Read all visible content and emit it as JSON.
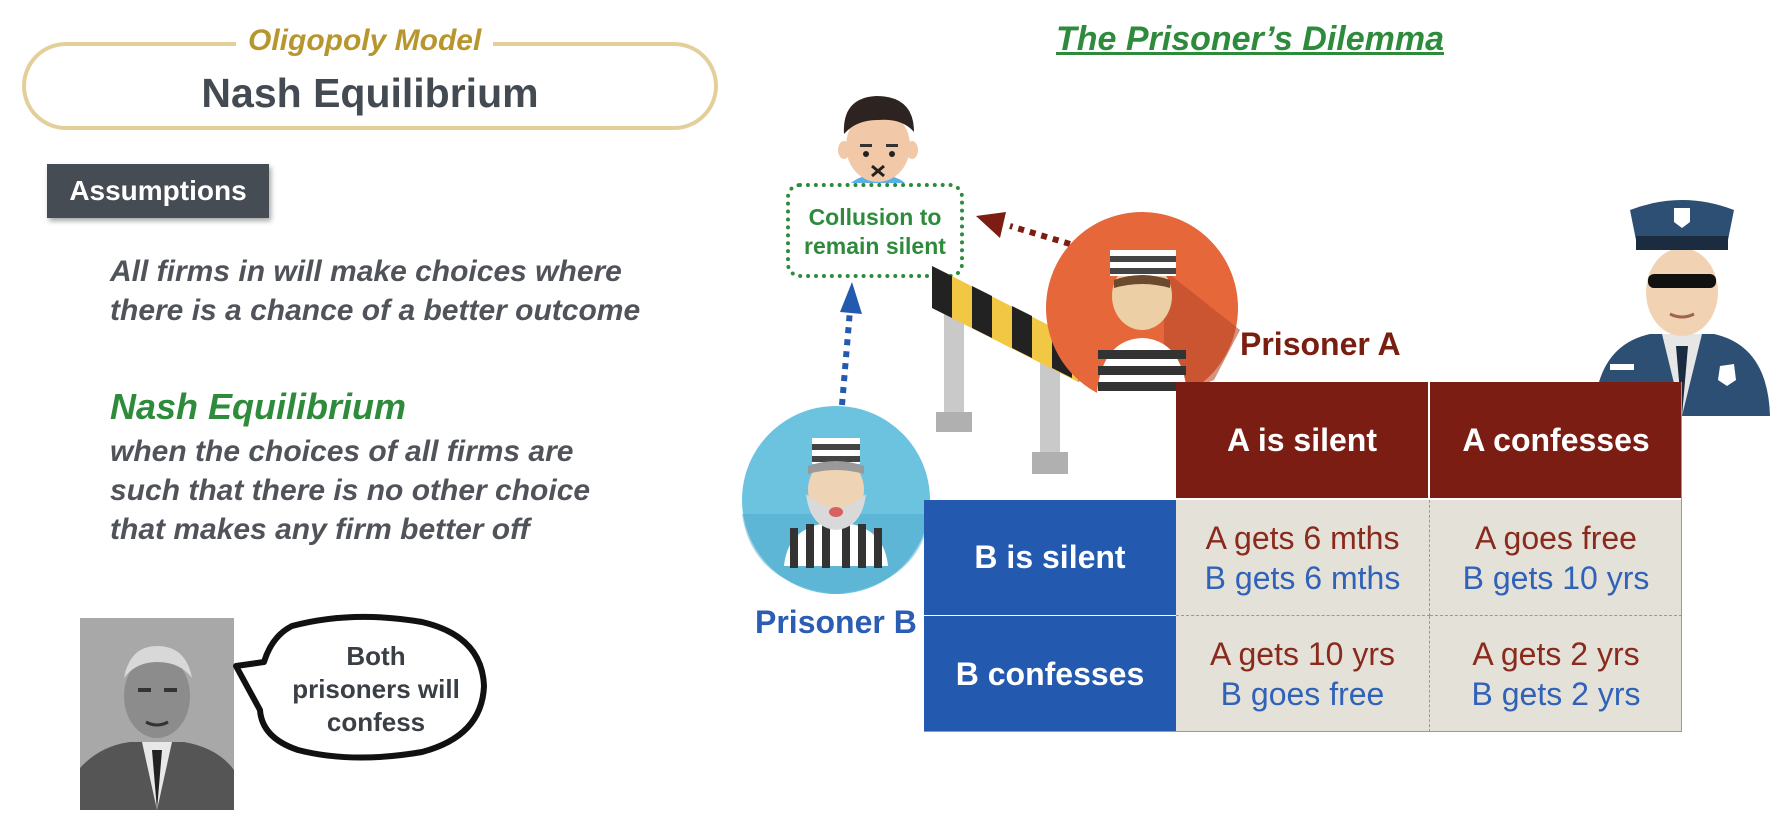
{
  "left": {
    "pill_label": "Oligopoly Model",
    "pill_title": "Nash Equilibrium",
    "assumptions_label": "Assumptions",
    "assumption_lines": [
      "All firms in will make choices where",
      "there is a chance of a better outcome"
    ],
    "nash_heading": "Nash Equilibrium",
    "nash_lines": [
      "when the choices of all firms are",
      "such that there is no other choice",
      "that makes any firm better off"
    ],
    "speech_lines": [
      "Both",
      "prisoners will",
      "confess"
    ]
  },
  "right": {
    "title": "The Prisoner’s Dilemma",
    "collusion_lines": [
      "Collusion to",
      "remain silent"
    ],
    "prisoner_a": "Prisoner A",
    "prisoner_b": "Prisoner B",
    "matrix": {
      "col_headers": [
        "A is silent",
        "A confesses"
      ],
      "row_headers": [
        "B is silent",
        "B confesses"
      ],
      "cells": [
        [
          {
            "a": "A gets 6 mths",
            "b": "B gets 6 mths"
          },
          {
            "a": "A goes free",
            "b": "B gets 10 yrs"
          }
        ],
        [
          {
            "a": "A gets 10 yrs",
            "b": "B goes free"
          },
          {
            "a": "A gets 2 yrs",
            "b": "B gets 2 yrs"
          }
        ]
      ]
    }
  },
  "colors": {
    "gold": "#b8962e",
    "green": "#2e8b3c",
    "dark_red": "#7b1d12",
    "blue": "#2459b0",
    "payoff_bg": "#e4e1d8"
  }
}
